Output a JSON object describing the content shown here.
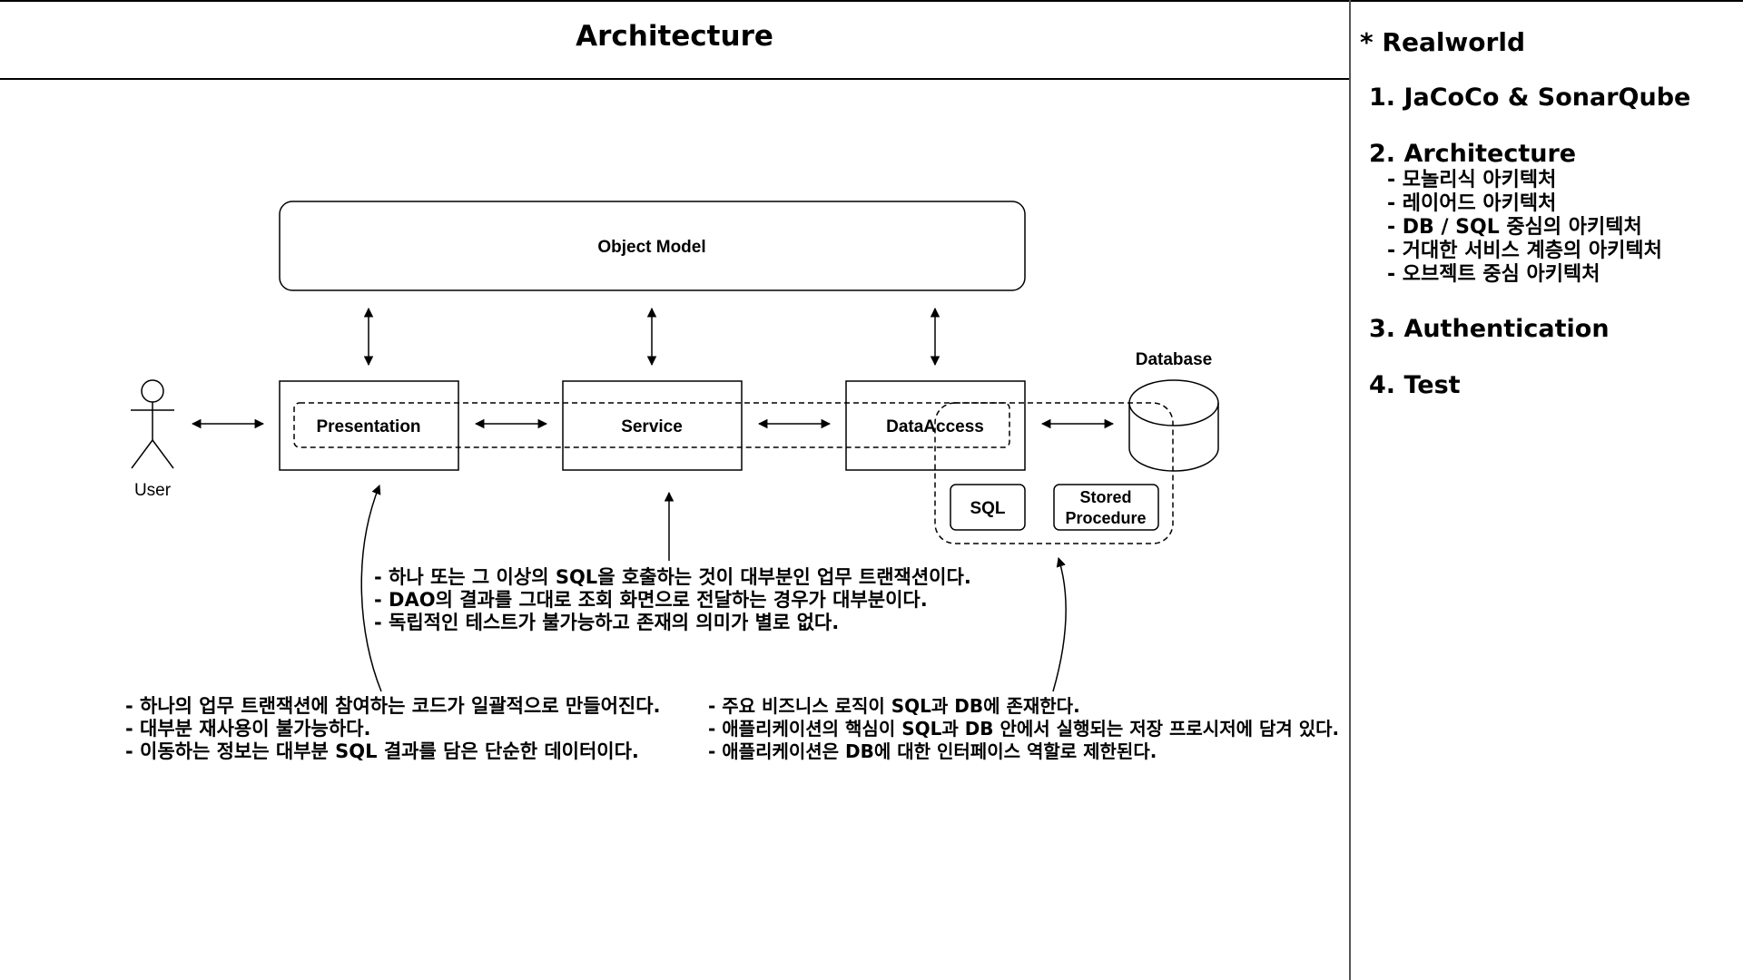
{
  "main": {
    "title": "Architecture",
    "diagram": {
      "object_model": "Object Model",
      "user": "User",
      "presentation": "Presentation",
      "service": "Service",
      "data_access": "DataAccess",
      "database": "Database",
      "sql": "SQL",
      "stored_procedure_line1": "Stored",
      "stored_procedure_line2": "Procedure"
    },
    "notes": {
      "service": [
        "- 하나 또는 그 이상의 SQL을 호출하는 것이 대부분인 업무 트랜잭션이다.",
        "- DAO의 결과를 그대로 조회 화면으로 전달하는 경우가 대부분이다.",
        "- 독립적인 테스트가 불가능하고 존재의 의미가 별로 없다."
      ],
      "presentation": [
        "- 하나의 업무 트랜잭션에 참여하는 코드가 일괄적으로 만들어진다.",
        "- 대부분 재사용이 불가능하다.",
        "- 이동하는 정보는 대부분 SQL 결과를 담은 단순한 데이터이다."
      ],
      "database": [
        "- 주요 비즈니스 로직이 SQL과 DB에 존재한다.",
        "- 애플리케이션의 핵심이 SQL과 DB 안에서 실행되는 저장 프로시저에 담겨 있다.",
        "- 애플리케이션은 DB에 대한 인터페이스 역할로 제한된다."
      ]
    }
  },
  "sidebar": {
    "heading": "* Realworld",
    "sections": [
      {
        "label": "1. JaCoCo & SonarQube"
      },
      {
        "label": "2. Architecture",
        "items": [
          "- 모놀리식 아키텍처",
          "- 레이어드 아키텍처",
          "- DB / SQL 중심의 아키텍처",
          "- 거대한 서비스 계층의 아키텍처",
          "- 오브젝트 중심 아키텍처"
        ]
      },
      {
        "label": "3. Authentication"
      },
      {
        "label": "4. Test"
      }
    ]
  },
  "colors": {
    "line": "#000000",
    "background": "#ffffff",
    "divider": "#555555"
  }
}
